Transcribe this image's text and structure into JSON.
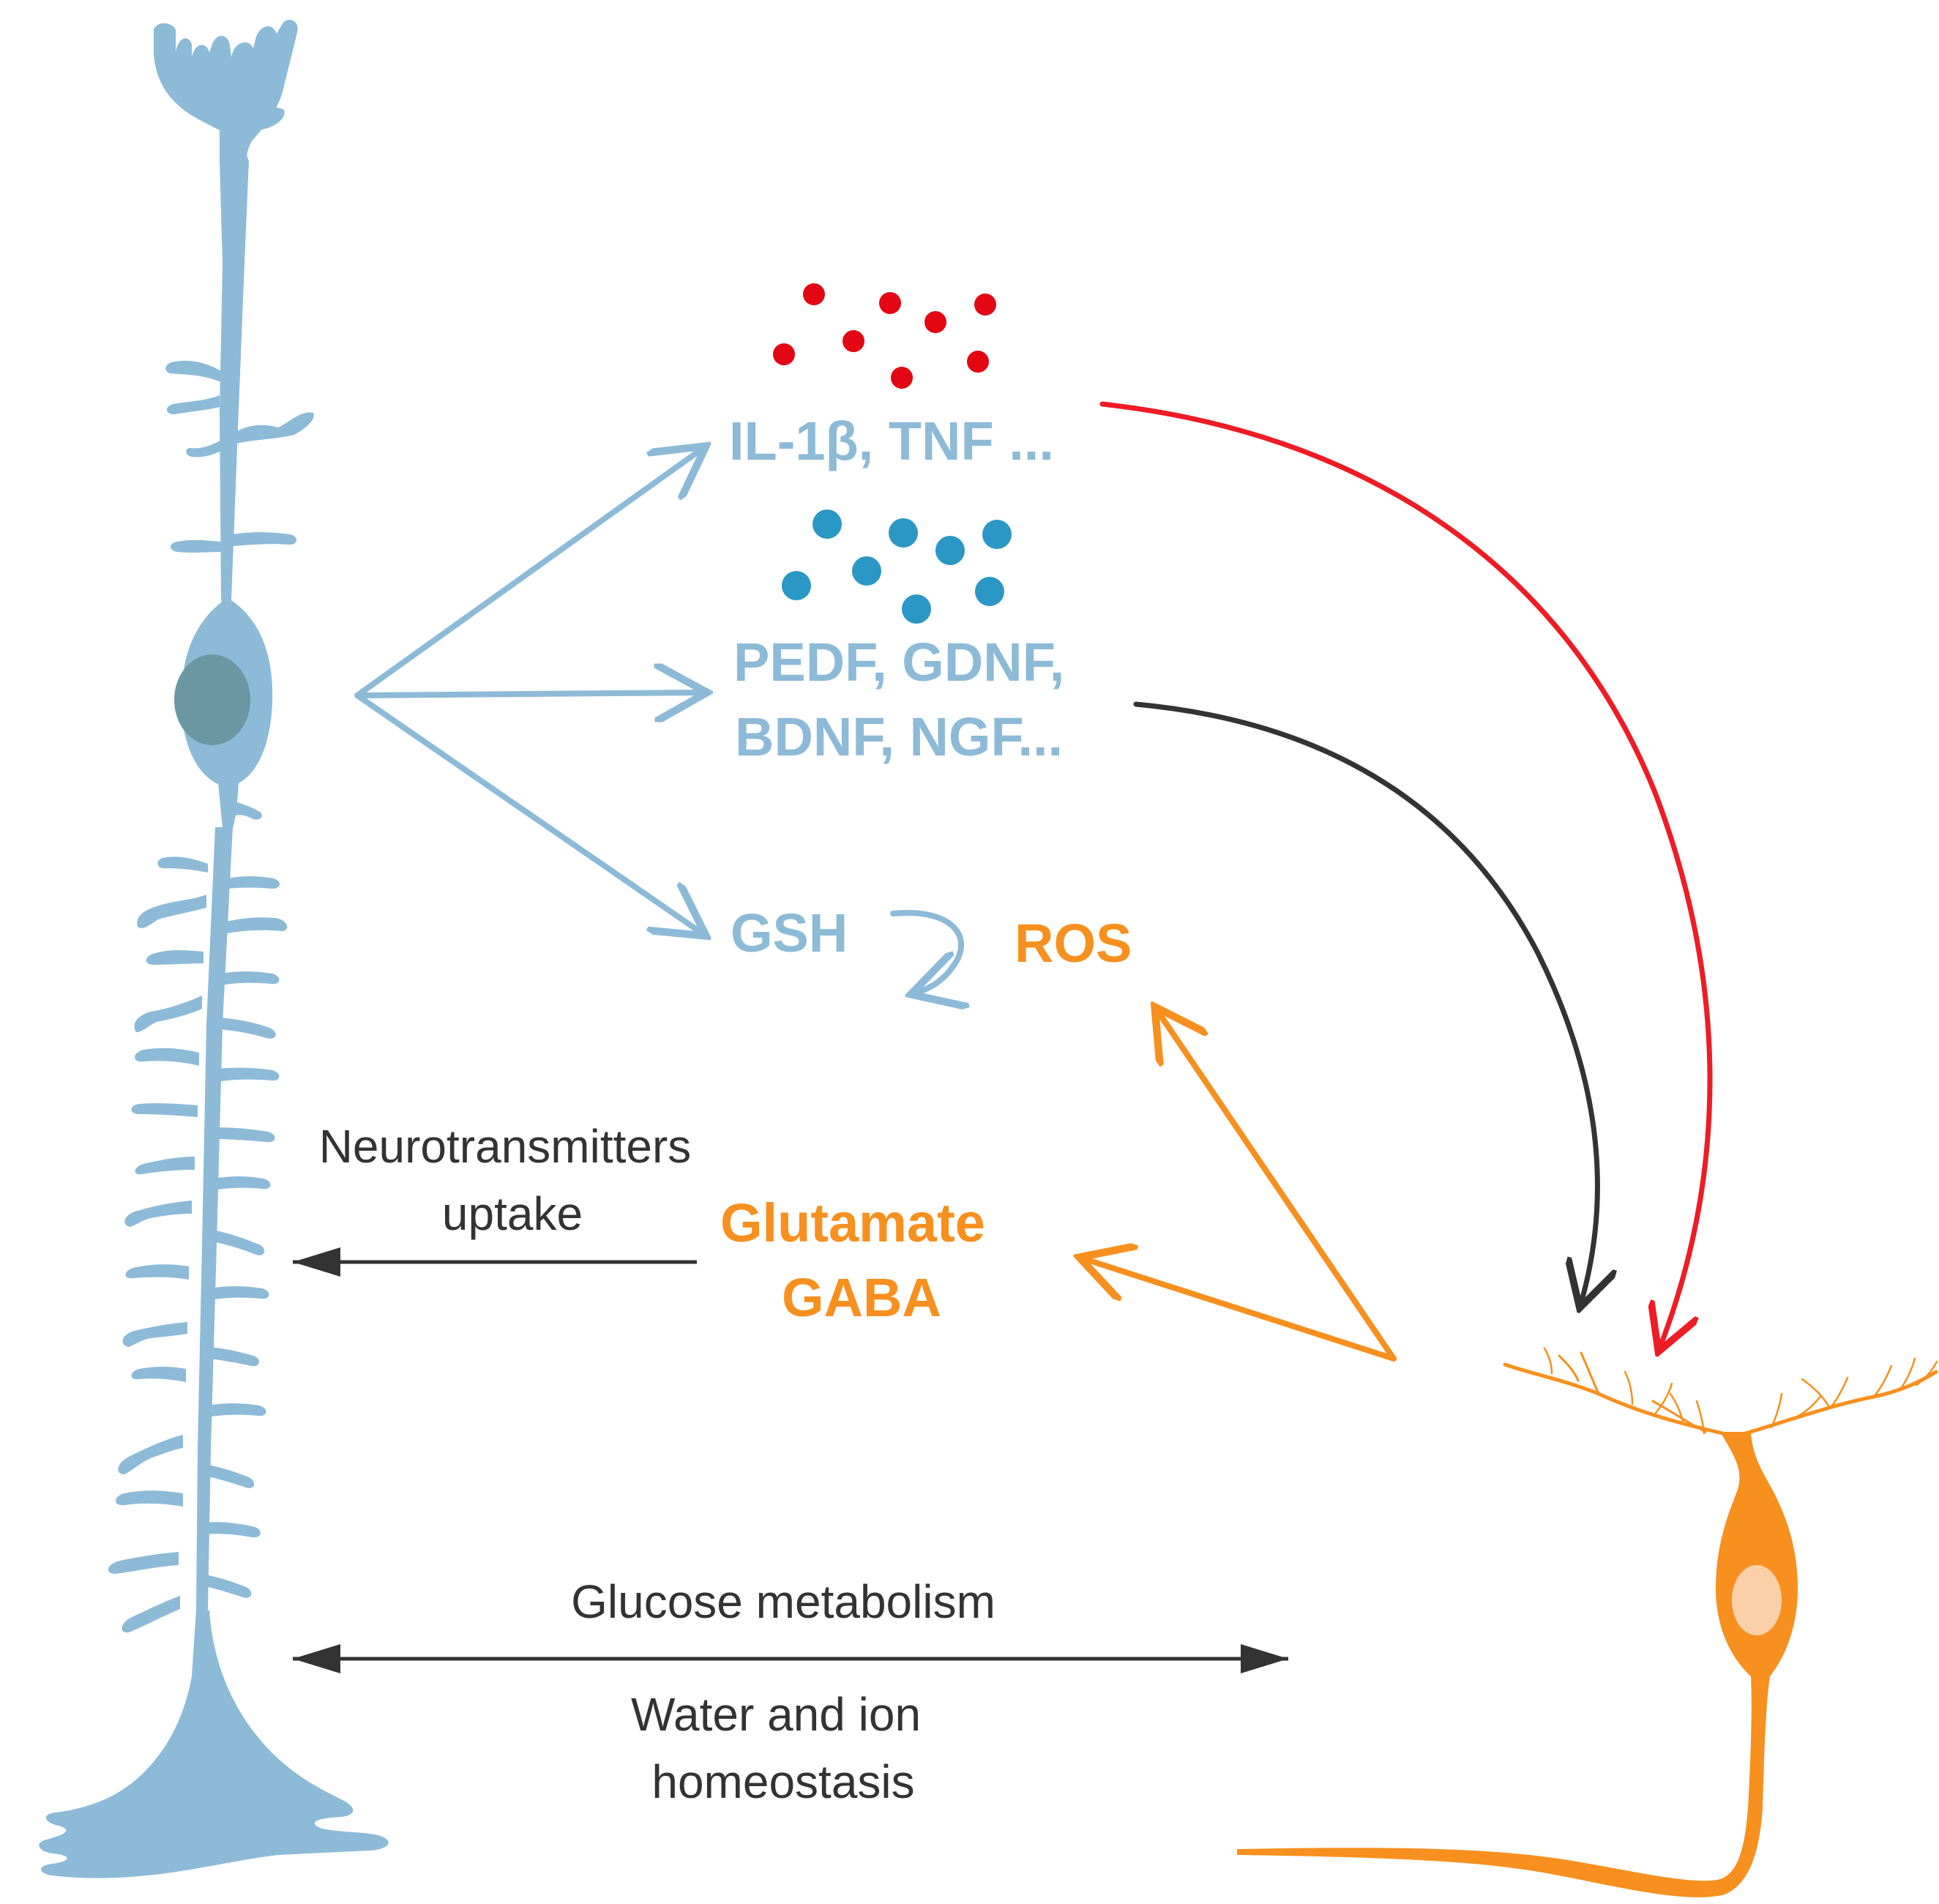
{
  "colors": {
    "muller_cell": "#8DBAD7",
    "muller_nucleus": "#6B97A3",
    "neuron": "#F7901E",
    "neuron_nucleus": "#FBD0A8",
    "cytokine_dots": "#E30613",
    "factor_dots": "#2A97C5",
    "red_arrow": "#EE1C25",
    "dark_arrow": "#333333",
    "blue_label": "#8DBAD7",
    "orange_label": "#F7901E",
    "black_label": "#333333"
  },
  "labels": {
    "cytokines": "IL-1β, TNF ...",
    "factors_line1": "PEDF, GDNF,",
    "factors_line2": "BDNF, NGF...",
    "gsh": "GSH",
    "ros": "ROS",
    "glutamate": "Glutamate",
    "gaba": "GABA",
    "neurotransmitters_line1": "Neurotransmitters",
    "neurotransmitters_line2": "uptake",
    "glucose": "Glucose metabolism",
    "water_line1": "Water and ion",
    "water_line2": "homeostasis"
  },
  "icons": {
    "muller_cell": "muller-glia-cell-icon",
    "neuron": "retinal-neuron-icon"
  }
}
